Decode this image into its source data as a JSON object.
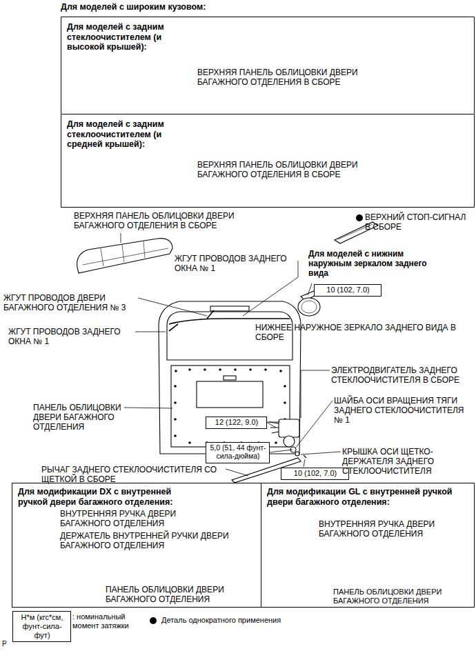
{
  "diagram": {
    "title": "Для моделей с широким кузовом:",
    "nodes": [
      {
        "text": [
          "Для моделей с задним стеклоочистителем (и высокой крышей):",
          "ВЕРХНЯЯ ПАНЕЛЬ ОБЛИЦОВКИ ДВЕРИ БАГАЖНОГО ОТДЕЛЕНИЯ В СБОРЕ"
        ]
      },
      {
        "text": [
          "Для моделей с задним стеклоочистителем (и средней крышей):",
          "ВЕРХНЯЯ ПАНЕЛЬ ОБЛИЦОВКИ ДВЕРИ БАГАЖНОГО ОТДЕЛЕНИЯ В СБОРЕ"
        ]
      },
      {
        "text": [
          "10 (102, 7.0)"
        ]
      },
      {
        "text": [
          "12 (122, 9.0)"
        ]
      },
      {
        "text": [
          "5,0 (51, 44 фунт-сила-дюйма)"
        ]
      },
      {
        "text": [
          "10 (102, 7.0)"
        ]
      },
      {
        "text": [
          "Для модификации DX с внутренней ручкой двери багажного отделения:",
          "ВНУТРЕННЯЯ РУЧКА ДВЕРИ БАГАЖНОГО ОТДЕЛЕНИЯ",
          "ДЕРЖАТЕЛЬ ВНУТРЕННЕЙ РУЧКИ ДВЕРИ БАГАЖНОГО ОТДЕЛЕНИЯ",
          "ПАНЕЛЬ ОБЛИЦОВКИ ДВЕРИ БАГАЖНОГО ОТДЕЛЕНИЯ"
        ]
      },
      {
        "text": [
          "Для модификации GL с внутренней ручкой двери багажного отделения:",
          "ВНУТРЕННЯЯ РУЧКА ДВЕРИ БАГАЖНОГО ОТДЕЛЕНИЯ",
          "ПАНЕЛЬ ОБЛИЦОВКИ ДВЕРИ БАГАЖНОГО ОТДЕЛЕНИЯ"
        ]
      },
      {
        "text": [
          "Н*м (кгс*см, фунт-сила-фут)"
        ]
      }
    ],
    "labels": [
      "ВЕРХНЯЯ ПАНЕЛЬ ОБЛИЦОВКИ ДВЕРИ БАГАЖНОГО ОТДЕЛЕНИЯ В СБОРЕ",
      "ВЕРХНИЙ СТОП-СИГНАЛ В СБОРЕ",
      "ЖГУТ ПРОВОДОВ ЗАДНЕГО ОКНА № 1",
      "Для моделей с нижним наружным зеркалом заднего вида",
      "ЖГУТ ПРОВОДОВ ДВЕРИ БАГАЖНОГО ОТДЕЛЕНИЯ № 3",
      "ЖГУТ ПРОВОДОВ ЗАДНЕГО ОКНА № 1",
      "НИЖНЕЕ НАРУЖНОЕ ЗЕРКАЛО ЗАДНЕГО ВИДА В СБОРЕ",
      "ЭЛЕКТРОДВИГАТЕЛЬ ЗАДНЕГО СТЕКЛООЧИСТИТЕЛЯ В СБОРЕ",
      "ПАНЕЛЬ ОБЛИЦОВКИ ДВЕРИ БАГАЖНОГО ОТДЕЛЕНИЯ",
      "ШАЙБА ОСИ ВРАЩЕНИЯ ТЯГИ ЗАДНЕГО СТЕКЛООЧИСТИТЕЛЯ № 1",
      "КРЫШКА ОСИ ЩЕТКО-ДЕРЖАТЕЛЯ ЗАДНЕГО СТЕКЛООЧИСТИТЕЛЯ",
      "РЫЧАГ ЗАДНЕГО СТЕКЛООЧИСТИТЕЛЯ СО ЩЕТКОЙ В СБОРЕ",
      "P"
    ],
    "legend": [
      {
        "text": ": номинальный момент затяжки"
      },
      {
        "text": "Деталь однократного применения"
      }
    ]
  }
}
